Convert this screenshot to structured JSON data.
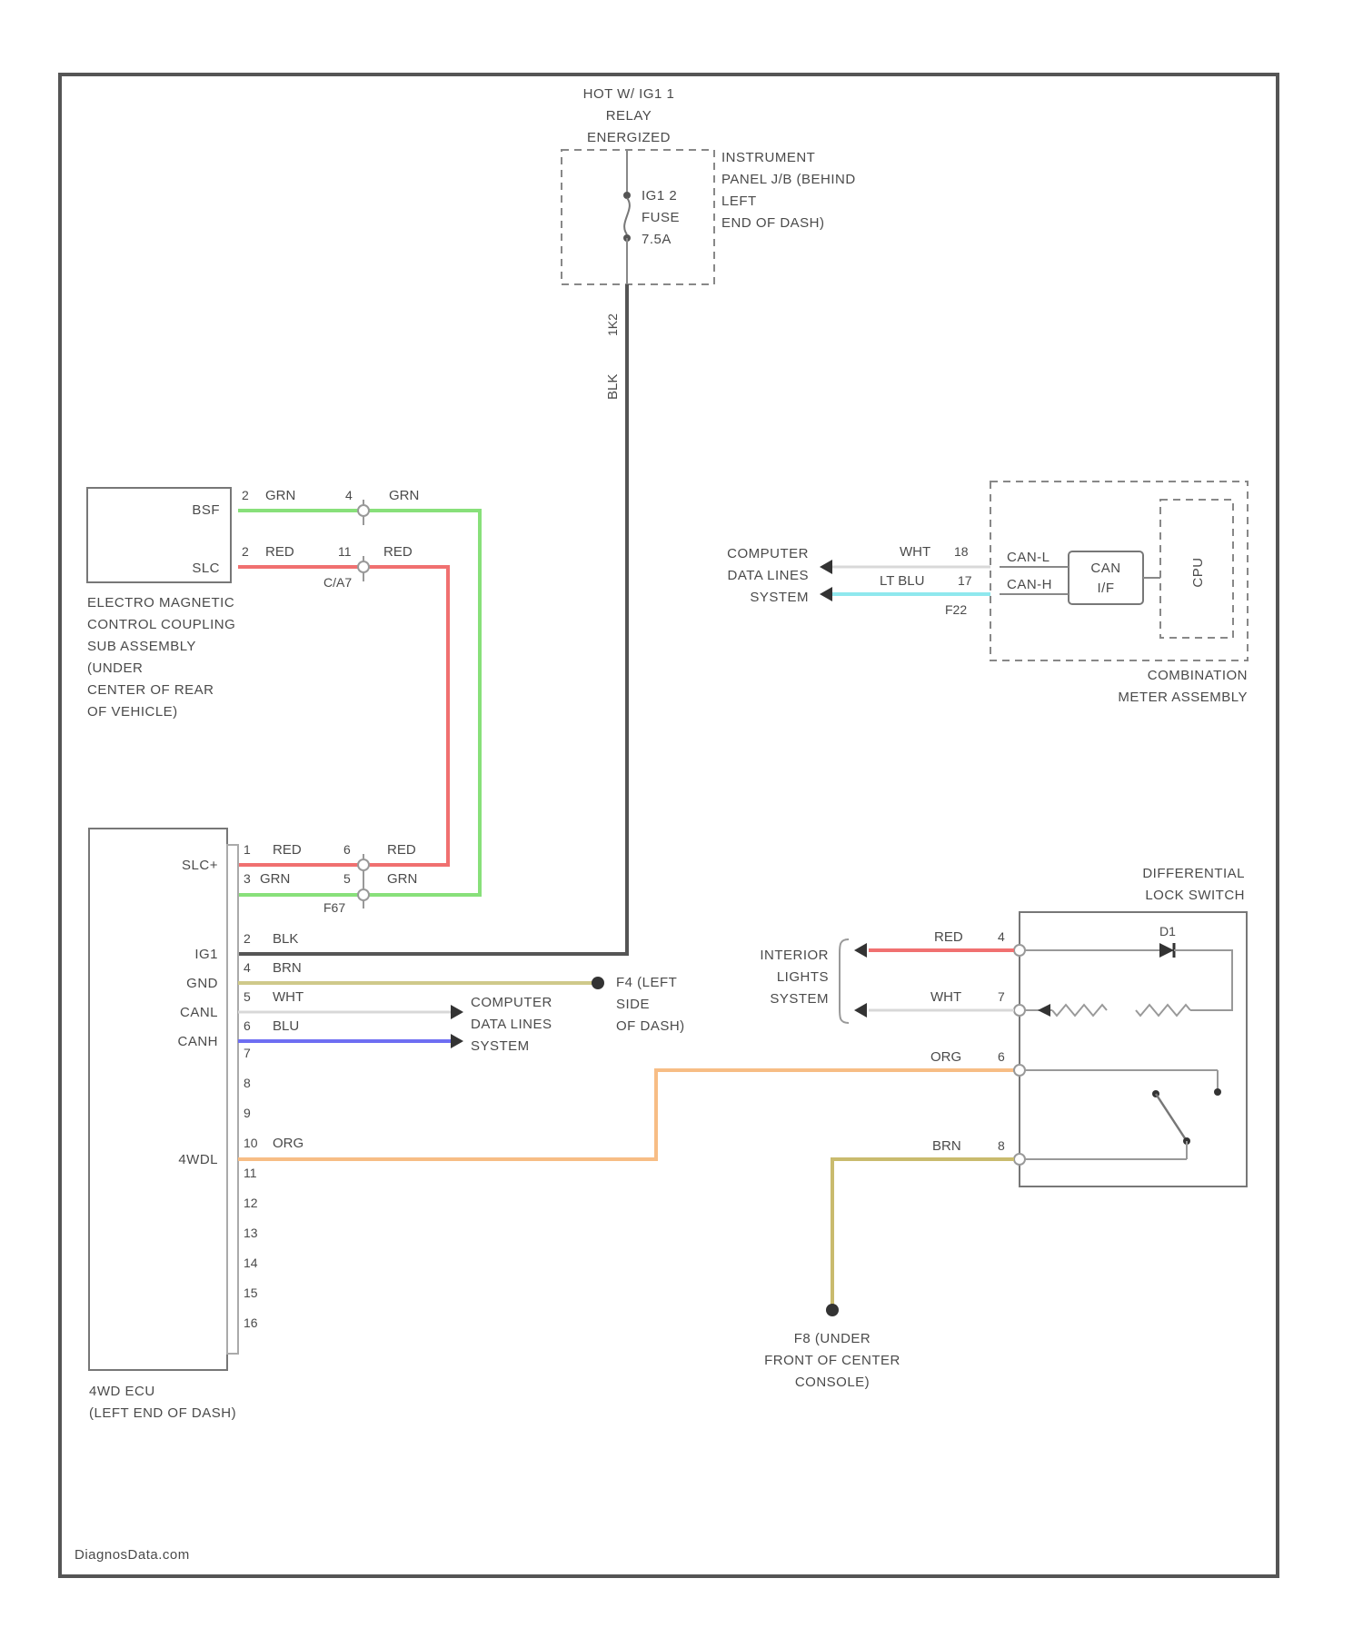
{
  "colors": {
    "frame": "#555555",
    "wire_black": "#555555",
    "wire_green": "#88e07a",
    "wire_red": "#f07070",
    "wire_yellow": "#cfc98a",
    "wire_white": "#d8d8d8",
    "wire_blue": "#6e6ef2",
    "wire_lt_blue": "#8fe8ee",
    "wire_orange": "#f7bd85",
    "wire_brown": "#c9bb6e"
  },
  "relay": {
    "title_lines": [
      "HOT W/ IG1 1",
      "RELAY",
      "ENERGIZED"
    ],
    "fuse_lines": [
      "IG1 2",
      "FUSE",
      "7.5A"
    ],
    "location_lines": [
      "INSTRUMENT",
      "PANEL J/B (BEHIND",
      "LEFT",
      "END OF DASH)"
    ],
    "wire_label": "BLK",
    "connector": "1K2"
  },
  "coupling": {
    "pin_labels": [
      "BSF",
      "SLC"
    ],
    "desc_lines": [
      "ELECTRO MAGNETIC",
      "CONTROL COUPLING",
      "SUB ASSEMBLY",
      "(UNDER",
      "CENTER OF REAR",
      "OF VEHICLE)"
    ],
    "wires": [
      {
        "pin": "2",
        "color": "GRN",
        "cpin": "4",
        "ccolor": "GRN"
      },
      {
        "pin": "2",
        "color": "RED",
        "cpin": "11",
        "ccolor": "RED"
      }
    ],
    "connector": "C/A7"
  },
  "meter": {
    "nets": [
      "CAN-L",
      "CAN-H"
    ],
    "module_lines": [
      "CAN",
      "I/F"
    ],
    "cpu": "CPU",
    "name_lines": [
      "COMBINATION",
      "METER ASSEMBLY"
    ],
    "wires": [
      {
        "color": "WHT",
        "pin": "18"
      },
      {
        "color": "LT BLU",
        "pin": "17"
      }
    ],
    "connector": "F22",
    "system_lines": [
      "COMPUTER",
      "DATA LINES",
      "SYSTEM"
    ]
  },
  "ecu": {
    "name_lines": [
      "4WD ECU",
      "(LEFT END OF DASH)"
    ],
    "pin_labels": {
      "slc": "SLC+",
      "ig": "IG1",
      "gnd": "GND",
      "canl": "CANL",
      "canh": "CANH",
      "4wdl": "4WDL"
    },
    "pins": [
      "1",
      "2",
      "3",
      "4",
      "5",
      "6",
      "7",
      "8",
      "9",
      "10",
      "11",
      "12",
      "13",
      "14",
      "15",
      "16"
    ],
    "wires": [
      {
        "pin": "1",
        "color": "RED",
        "cpin": "6",
        "ccolor": "RED"
      },
      {
        "pin": "3",
        "color": "GRN",
        "cpin": "5",
        "ccolor": "GRN"
      },
      {
        "pin": "2",
        "color": "BLK"
      },
      {
        "pin": "4",
        "color": "BRN"
      },
      {
        "pin": "5",
        "color": "WHT"
      },
      {
        "pin": "6",
        "color": "BLU"
      },
      {
        "pin": "10",
        "color": "ORG"
      }
    ],
    "connector": "F67",
    "ground_lines": [
      "F4 (LEFT",
      "SIDE",
      "OF DASH)"
    ],
    "system_lines": [
      "COMPUTER",
      "DATA LINES",
      "SYSTEM"
    ]
  },
  "diff_switch": {
    "name_lines": [
      "DIFFERENTIAL",
      "LOCK SWITCH"
    ],
    "wires": [
      {
        "color": "RED",
        "pin": "4"
      },
      {
        "color": "WHT",
        "pin": "7"
      },
      {
        "color": "ORG",
        "pin": "6"
      },
      {
        "color": "BRN",
        "pin": "8"
      }
    ],
    "lights_lines": [
      "INTERIOR",
      "LIGHTS",
      "SYSTEM"
    ],
    "ground_lines": [
      "F8 (UNDER",
      "FRONT OF CENTER",
      "CONSOLE)"
    ],
    "led": "D1"
  },
  "watermark": "DiagnosData.com"
}
